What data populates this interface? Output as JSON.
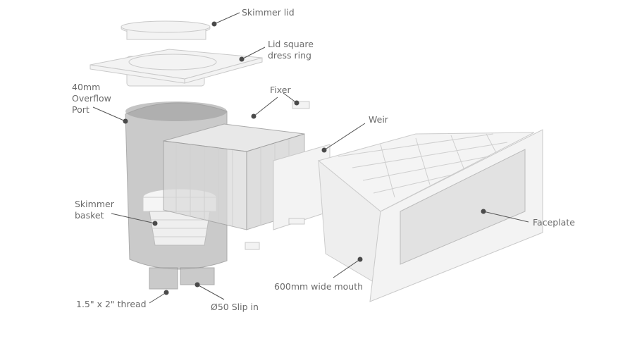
{
  "title": "Skimmer exploded view",
  "labels": {
    "skimmer_lid": "Skimmer lid",
    "dress_ring_1": "Lid square",
    "dress_ring_2": "dress ring",
    "overflow_1": "40mm",
    "overflow_2": "Overflow",
    "overflow_3": "Port",
    "fixer": "Fixer",
    "weir": "Weir",
    "basket_1": "Skimmer",
    "basket_2": "basket",
    "faceplate": "Faceplate",
    "mouth": "600mm wide mouth",
    "thread": "1.5\" x 2\" thread",
    "slip": "Ø50 Slip in"
  }
}
